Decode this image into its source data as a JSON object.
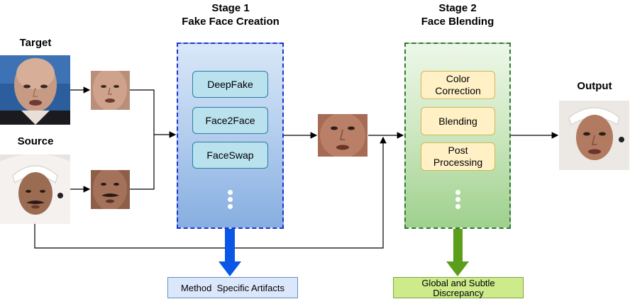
{
  "labels": {
    "target": "Target",
    "source": "Source",
    "output": "Output"
  },
  "stage1": {
    "title_line1": "Stage 1",
    "title_line2": "Fake Face Creation",
    "methods": [
      "DeepFake",
      "Face2Face",
      "FaceSwap"
    ],
    "result": "Method  Specific Artifacts"
  },
  "stage2": {
    "title_line1": "Stage 2",
    "title_line2": "Face Blending",
    "steps": [
      {
        "line1": "Color",
        "line2": "Correction"
      },
      {
        "line1": "Blending",
        "line2": ""
      },
      {
        "line1": "Post",
        "line2": "Processing"
      }
    ],
    "result_line1": "Global and Subtle",
    "result_line2": "Discrepancy"
  },
  "photos": [
    "target-photo",
    "target-face-crop",
    "source-photo",
    "source-face-crop",
    "fake-face",
    "output-photo"
  ],
  "colors": {
    "stage1_border": "#2231d6",
    "stage2_border": "#2f7a35",
    "stage1_arrow": "#0a56e6",
    "stage2_arrow": "#5a9e1b",
    "method_fill": "#b9e1ee",
    "step_fill": "#fff0c6"
  }
}
